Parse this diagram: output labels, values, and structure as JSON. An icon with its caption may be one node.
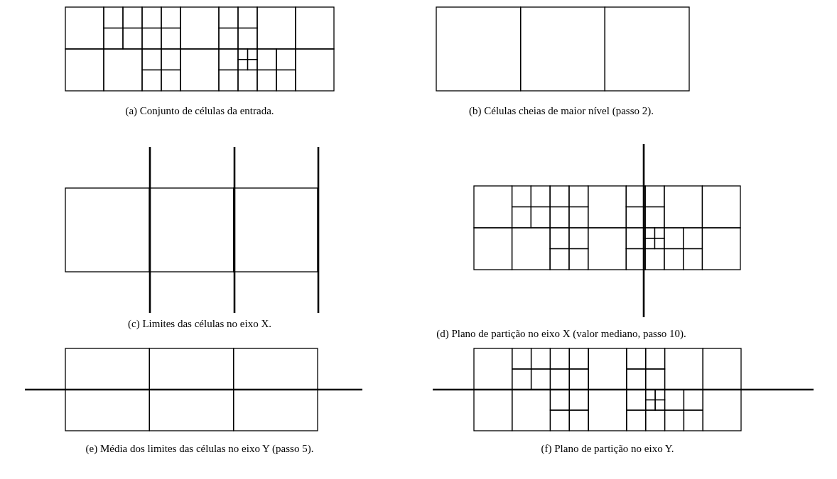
{
  "diagram": {
    "labels": [
      "(a) Conjunto de células da entrada.",
      "(b) Células cheias de maior nível (passo 2).",
      "(c) Limites das células no eixo X.",
      "(d) Plano de partição no eixo X (valor mediano, passo 10).",
      "(e) Média dos limites das células no eixo Y (passo 5).",
      "(f) Plano de partição no eixo Y."
    ]
  }
}
